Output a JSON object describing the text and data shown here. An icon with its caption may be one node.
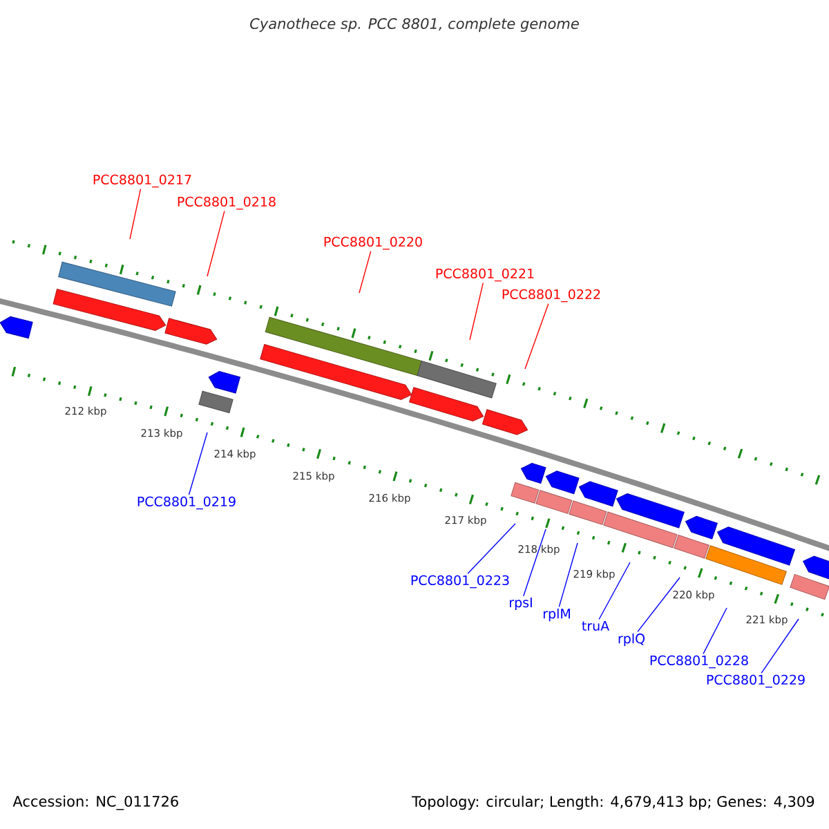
{
  "diagram": {
    "title": "Cyanothece sp. PCC 8801, complete genome",
    "nodes": [
      {
        "text": [
          "PCC8801_0217"
        ]
      },
      {
        "text": [
          "PCC8801_0218"
        ]
      },
      {
        "text": [
          "PCC8801_0220"
        ]
      },
      {
        "text": [
          "PCC8801_0221"
        ]
      },
      {
        "text": [
          "PCC8801_0222"
        ]
      },
      {
        "text": [
          "PCC8801_0219"
        ]
      },
      {
        "text": [
          "PCC8801_0223"
        ]
      },
      {
        "text": [
          "rpsI"
        ]
      },
      {
        "text": [
          "rplM"
        ]
      },
      {
        "text": [
          "truA"
        ]
      },
      {
        "text": [
          "rplQ"
        ]
      },
      {
        "text": [
          "PCC8801_0228"
        ]
      },
      {
        "text": [
          "PCC8801_0229"
        ]
      }
    ],
    "edges": [
      {
        "from": 0,
        "to": null,
        "arrow": "none",
        "color": "#ff0000"
      },
      {
        "from": 1,
        "to": null,
        "arrow": "none",
        "color": "#ff0000"
      },
      {
        "from": 2,
        "to": null,
        "arrow": "none",
        "color": "#ff0000"
      },
      {
        "from": 3,
        "to": null,
        "arrow": "none",
        "color": "#ff0000"
      },
      {
        "from": 4,
        "to": null,
        "arrow": "none",
        "color": "#ff0000"
      },
      {
        "from": 5,
        "to": null,
        "arrow": "none"
      },
      {
        "from": 6,
        "to": null,
        "arrow": "none"
      },
      {
        "from": 7,
        "to": null,
        "arrow": "none"
      },
      {
        "from": 8,
        "to": null,
        "arrow": "none"
      },
      {
        "from": 9,
        "to": null,
        "arrow": "none"
      },
      {
        "from": 10,
        "to": null,
        "arrow": "none"
      },
      {
        "from": 11,
        "to": null,
        "arrow": "none"
      },
      {
        "from": 12,
        "to": null,
        "arrow": "none"
      }
    ],
    "labels": [
      "212 kbp",
      "213 kbp",
      "214 kbp",
      "215 kbp",
      "216 kbp",
      "217 kbp",
      "218 kbp",
      "219 kbp",
      "220 kbp",
      "221 kbp",
      "Accession: NC_011726",
      "Topology: circular; Length: 4,679,413 bp; Genes: 4,309"
    ]
  }
}
